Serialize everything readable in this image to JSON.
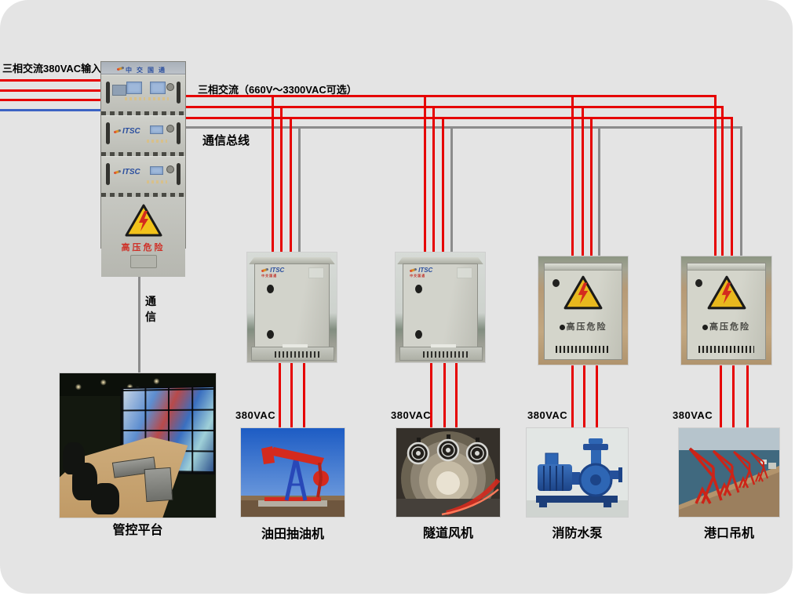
{
  "diagram": {
    "labels": {
      "input": "三相交流380VAC输入",
      "output": "三相交流（660V～3300VAC可选）",
      "comm_bus": "通信总线",
      "comm_vertical": "通信",
      "voltage_380": "380VAC"
    },
    "colors": {
      "power_line": "#e60000",
      "neutral_input_line": "#3b63c4",
      "comm_line": "#8c8c8c",
      "panel_background": "#e4e4e4",
      "danger_text": "#cf2f26"
    },
    "main_cabinet": {
      "header": "中交国通",
      "brand": "ITSC",
      "danger": "高压危险"
    },
    "field_cabinets": [
      {
        "brand": "ITSC",
        "sub_brand": "中交国通"
      },
      {
        "brand": "ITSC",
        "sub_brand": "中交国通"
      },
      {
        "danger": "高压危险"
      },
      {
        "danger": "高压危险"
      }
    ],
    "machines": [
      {
        "caption": "管控平台"
      },
      {
        "caption": "油田抽油机"
      },
      {
        "caption": "隧道风机"
      },
      {
        "caption": "消防水泵"
      },
      {
        "caption": "港口吊机"
      }
    ]
  }
}
